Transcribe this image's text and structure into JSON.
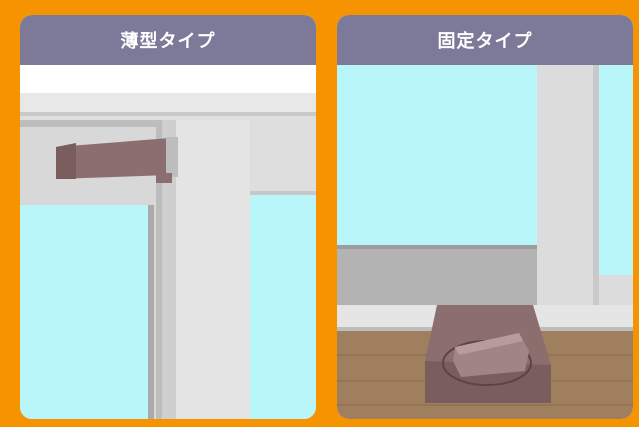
{
  "panels": [
    {
      "title": "薄型タイプ",
      "icon": "thin-door-closer-illustration"
    },
    {
      "title": "固定タイプ",
      "icon": "fixed-door-stopper-illustration"
    }
  ],
  "colors": {
    "background": "#f59300",
    "header": "#7d7a99",
    "glass": "#b9f6fa",
    "frame": "#dcdcdc",
    "stopper": "#8c6e6e",
    "floor": "#a07f5f"
  }
}
